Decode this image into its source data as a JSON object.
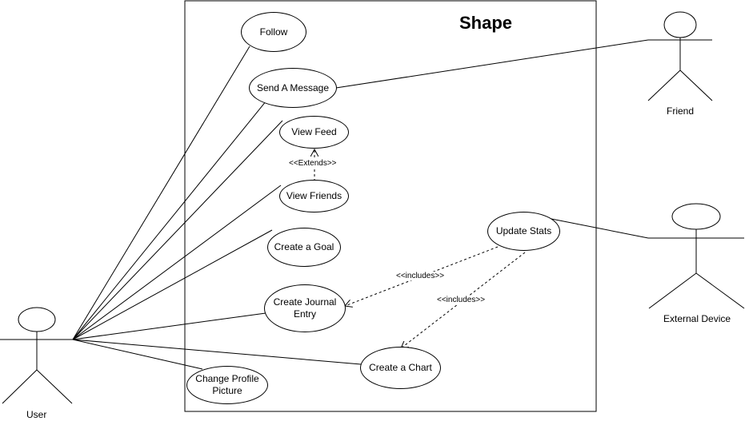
{
  "system": {
    "title": "Shape"
  },
  "actors": {
    "user": "User",
    "friend": "Friend",
    "external_device": "External Device"
  },
  "use_cases": {
    "follow": "Follow",
    "send_message": "Send A Message",
    "view_feed": "View Feed",
    "view_friends": "View Friends",
    "create_goal": "Create a Goal",
    "create_journal_entry": "Create Journal\nEntry",
    "change_profile_picture": "Change Profile\nPicture",
    "update_stats": "Update Stats",
    "create_chart": "Create a Chart"
  },
  "relationships": {
    "extends": "<<Extends>>",
    "includes_journal": "<<includes>>",
    "includes_chart": "<<includes>>"
  }
}
